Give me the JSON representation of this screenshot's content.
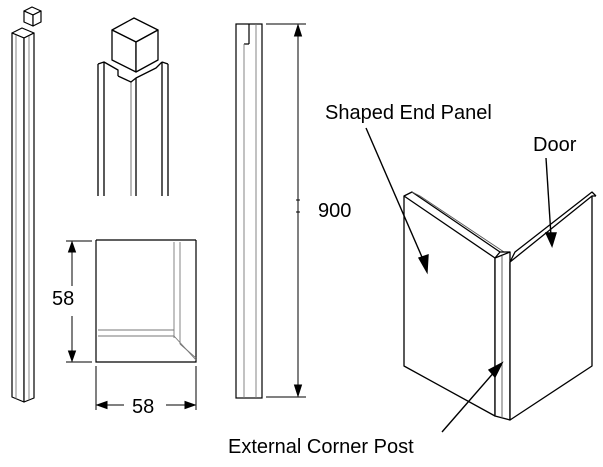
{
  "labels": {
    "shaped_end_panel": "Shaped End Panel",
    "door": "Door",
    "external_corner_post": "External Corner Post"
  },
  "dimensions": {
    "height": "900",
    "depth": "58",
    "width": "58"
  },
  "colors": {
    "line": "#000000",
    "light_line": "#888888",
    "fill": "#ffffff"
  }
}
